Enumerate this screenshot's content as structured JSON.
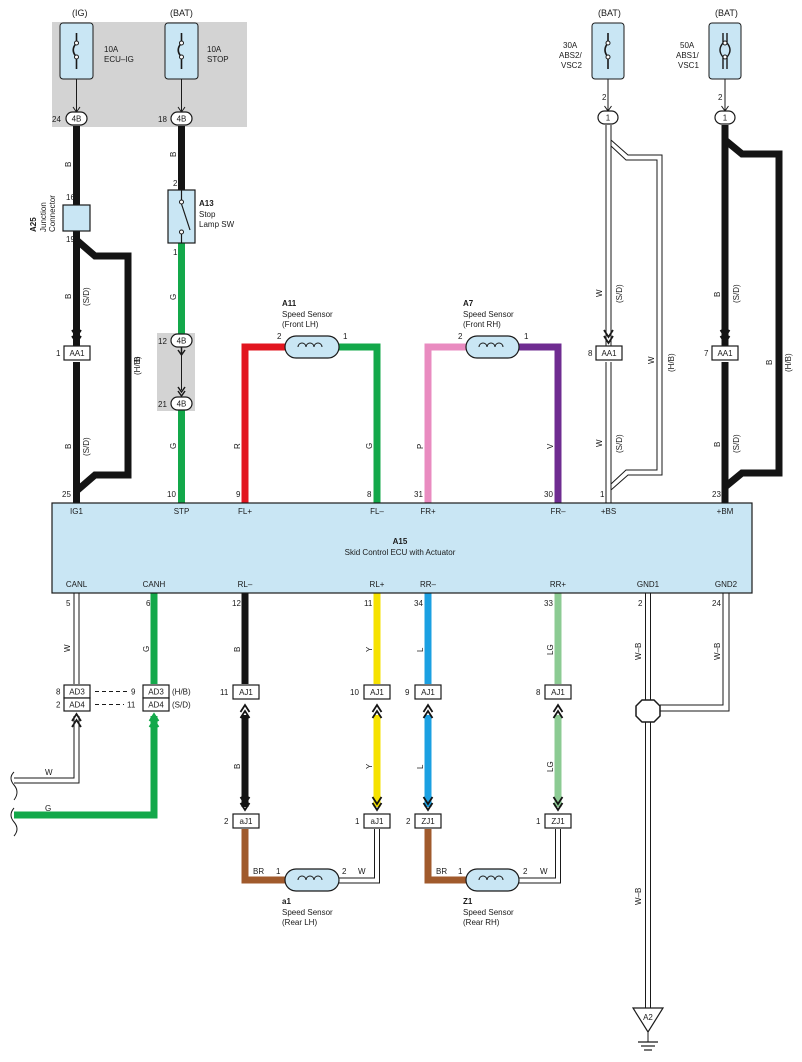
{
  "colors": {
    "black": "#141414",
    "green": "#13a84a",
    "red": "#e2151f",
    "pink": "#e98bc0",
    "violet": "#6f2c91",
    "yellow": "#f6e200",
    "blue": "#1ba0e2",
    "lightgreen": "#8ccb93",
    "brown": "#a05a2c",
    "ecu_fill": "#c9e6f4",
    "fuse_fill": "#c9e6f4",
    "shade": "#d3d3d3"
  },
  "fuses": [
    {
      "supply": "(IG)",
      "rating": "10A",
      "name": "ECU–IG"
    },
    {
      "supply": "(BAT)",
      "rating": "10A",
      "name": "STOP"
    },
    {
      "supply": "(BAT)",
      "rating": "30A",
      "name1": "ABS2/",
      "name2": "VSC2"
    },
    {
      "supply": "(BAT)",
      "rating": "50A",
      "name1": "ABS1/",
      "name2": "VSC1"
    }
  ],
  "connectors": {
    "c4B": "4B",
    "c1": "1",
    "AA1": "AA1",
    "AD3": "AD3",
    "AD4": "AD4",
    "AJ1": "AJ1",
    "aJ1": "aJ1",
    "ZJ1": "ZJ1",
    "A2": "A2"
  },
  "pins": {
    "p24": "24",
    "p18": "18",
    "p2": "2",
    "p16": "16",
    "p19": "19",
    "p1": "1",
    "p12": "12",
    "p21": "21",
    "p25": "25",
    "p10": "10",
    "p9": "9",
    "p8": "8",
    "p31": "31",
    "p30": "30",
    "p23": "23",
    "p7": "7",
    "p5": "5",
    "p6": "6",
    "p11": "11",
    "p34": "34",
    "p33": "33"
  },
  "wires": {
    "B": "B",
    "G": "G",
    "R": "R",
    "P": "P",
    "V": "V",
    "W": "W",
    "Y": "Y",
    "L": "L",
    "LG": "LG",
    "BR": "BR",
    "WB": "W–B"
  },
  "notes": {
    "SD": "(S/D)",
    "HB": "(H/B)"
  },
  "components": {
    "A25": {
      "code": "A25",
      "name1": "Junction",
      "name2": "Connector"
    },
    "A13": {
      "code": "A13",
      "name1": "Stop",
      "name2": "Lamp SW"
    },
    "A11": {
      "code": "A11",
      "name1": "Speed Sensor",
      "name2": "(Front LH)"
    },
    "A7": {
      "code": "A7",
      "name1": "Speed Sensor",
      "name2": "(Front RH)"
    },
    "a1": {
      "code": "a1",
      "name1": "Speed Sensor",
      "name2": "(Rear LH)"
    },
    "Z1": {
      "code": "Z1",
      "name1": "Speed Sensor",
      "name2": "(Rear RH)"
    }
  },
  "ecu": {
    "code": "A15",
    "name": "Skid Control ECU with Actuator",
    "top_terminals": [
      "IG1",
      "STP",
      "FL+",
      "FL–",
      "FR+",
      "FR–",
      "+BS",
      "+BM"
    ],
    "bottom_terminals": [
      "CANL",
      "CANH",
      "RL–",
      "RL+",
      "RR–",
      "RR+",
      "GND1",
      "GND2"
    ]
  }
}
